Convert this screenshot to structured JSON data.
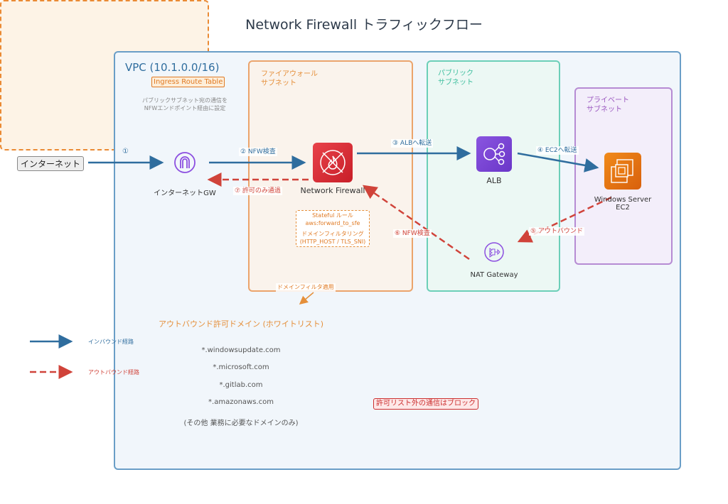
{
  "title": "Network Firewall トラフィックフロー",
  "vpc": {
    "label": "VPC (10.1.0.0/16)",
    "ingress_route_table": "Ingress Route Table",
    "ingress_note_line1": "パブリックサブネット宛の通信を",
    "ingress_note_line2": "NFWエンドポイント経由に設定"
  },
  "subnets": {
    "firewall": {
      "line1": "ファイアウォール",
      "line2": "サブネット",
      "color": "#e58f3a"
    },
    "public": {
      "line1": "パブリック",
      "line2": "サブネット",
      "color": "#3fbf9f"
    },
    "private": {
      "line1": "プライベート",
      "line2": "サブネット",
      "color": "#9b59c0"
    }
  },
  "nodes": {
    "internet": "インターネット",
    "igw": "インターネットGW",
    "nfw": "Network Firewall",
    "alb": "ALB",
    "ec2_line1": "Windows Server",
    "ec2_line2": "EC2",
    "nat": "NAT Gateway"
  },
  "flows": {
    "f1": "①",
    "f2": "② NFW検査",
    "f3": "③ ALBへ転送",
    "f4": "④ EC2へ転送",
    "f5": "⑤ アウトバウンド",
    "f6": "⑥ NFW検査",
    "f7": "⑦ 許可のみ通過"
  },
  "stateful_rule": {
    "line1": "Stateful ルール",
    "line2": "aws:forward_to_sfe",
    "line3": "ドメインフィルタリング",
    "line4": "(HTTP_HOST / TLS_SNI)"
  },
  "domain_filter_label": "ドメインフィルタ適用",
  "whitelist": {
    "title": "アウトバウンド許可ドメイン (ホワイトリスト)",
    "items": [
      "*.windowsupdate.com",
      "*.microsoft.com",
      "*.gitlab.com",
      "*.amazonaws.com",
      "(その他 業務に必要なドメインのみ)"
    ]
  },
  "block_note": "許可リスト外の通信はブロック",
  "legend": {
    "inbound": "インバウンド経路",
    "outbound": "アウトバウンド経路"
  },
  "colors": {
    "inbound": "#2f6d9e",
    "outbound": "#d0433a",
    "nfw": "#d92d35",
    "alb": "#7b46d6",
    "ec2": "#e8780f"
  }
}
